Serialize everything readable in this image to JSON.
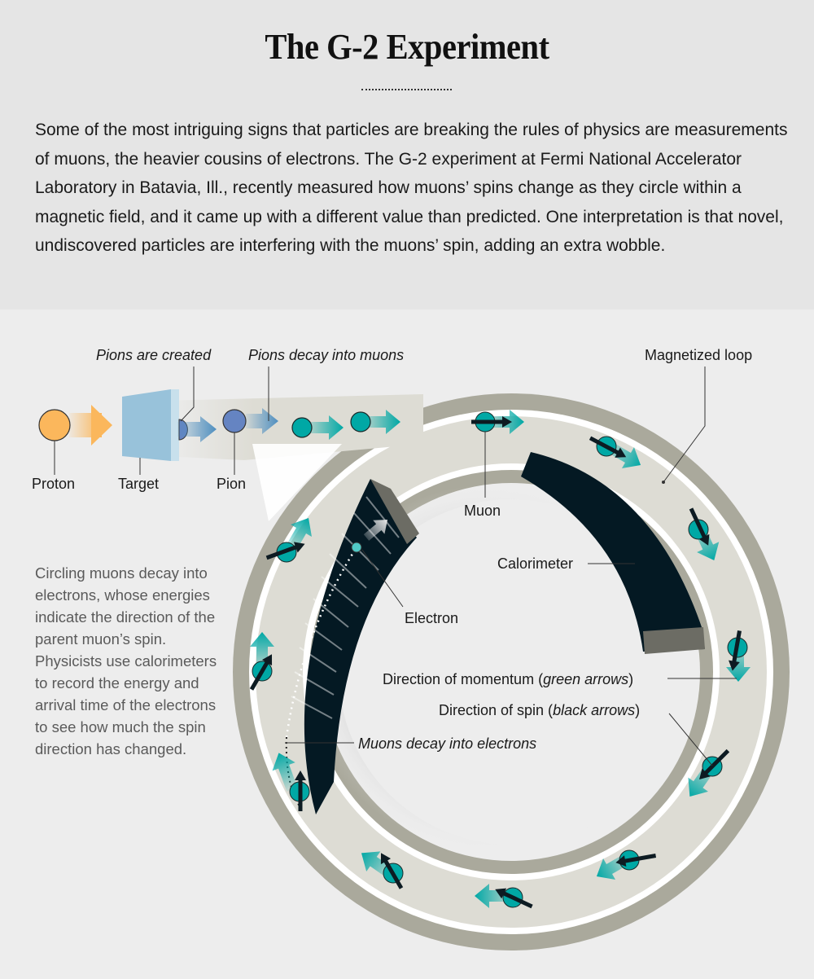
{
  "header": {
    "title": "The G-2 Experiment",
    "intro": "Some of the most intriguing signs that particles are breaking the rules of physics are measurements of muons, the heavier cousins of electrons. The G-2 experiment at Fermi National Accelerator Laboratory in Batavia, Ill., recently measured how muons’ spins change as they circle within a magnetic field, and it came up with a different value than predicted. One interpretation is that novel, undiscovered particles are interfering with the muons’ spin, adding an extra wobble."
  },
  "labels": {
    "pions_created": "Pions are created",
    "pions_decay": "Pions decay into muons",
    "magnetized_loop": "Magnetized loop",
    "proton": "Proton",
    "target": "Target",
    "pion": "Pion",
    "muon": "Muon",
    "calorimeter": "Calorimeter",
    "electron": "Electron",
    "momentum_prefix": "Direction of momentum (",
    "momentum_em": "green arrows",
    "momentum_suffix": ")",
    "spin_prefix": "Direction of spin (",
    "spin_em": "black arrows",
    "spin_suffix": ")",
    "muons_decay": "Muons decay into electrons"
  },
  "side_note": "Circling muons decay into electrons, whose energies indicate the direction of the parent muon’s spin. Physicists use calorimeters to record the energy and arrival time of the electrons to see how much the spin direction has changed.",
  "colors": {
    "header_bg": "#e5e5e5",
    "diagram_bg": "#ededed",
    "ring_outer": "#aaa99c",
    "ring_track": "#dddcd4",
    "calorimeter": "#041923",
    "muon_teal": "#00a8a5",
    "proton_orange": "#fbb75c",
    "pion_blue": "#6584c2",
    "target_blue": "#98c2da"
  }
}
